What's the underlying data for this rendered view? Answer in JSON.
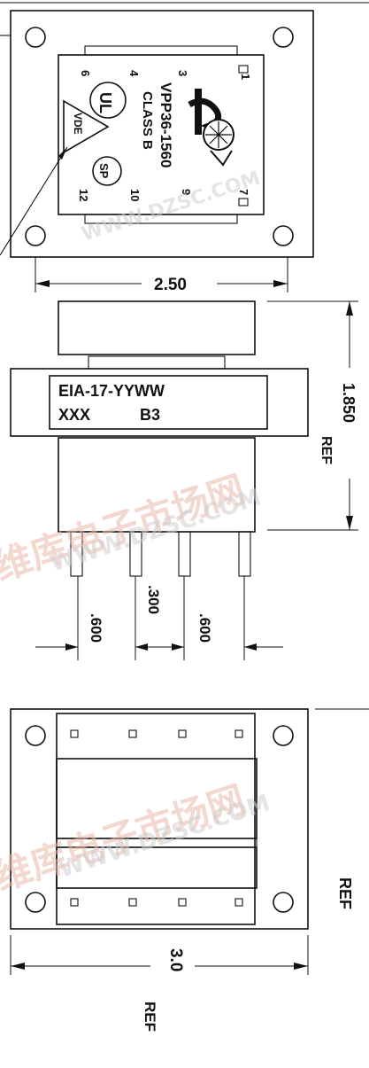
{
  "top_view": {
    "pins_top": [
      "6",
      "4",
      "3",
      "1"
    ],
    "pins_bottom": [
      "12",
      "10",
      "9",
      "7"
    ],
    "part_number": "VPP36-1560",
    "class_label": "CLASS B",
    "vde_label": "VDE",
    "ul_mark": "UL",
    "csa_mark": "SP",
    "width_dim": "2.50"
  },
  "side_view": {
    "marking_line1": "EIA-17-YYWW",
    "marking_line2_left": "XXX",
    "marking_line2_right": "B3",
    "height_dim": "1.850",
    "height_ref": "REF",
    "pin_dim_left": ".600",
    "pin_dim_center": ".300",
    "pin_dim_right": ".600"
  },
  "bottom_view": {
    "height_ref": "REF",
    "width_dim": "3.0",
    "width_ref": "REF"
  },
  "watermark": {
    "chinese": "维库电子市场网",
    "url": "WWW.DZSC.COM"
  },
  "colors": {
    "ink": "#111111",
    "watermark_red": "#e9b9a8",
    "watermark_gray": "#cfcfcf"
  }
}
